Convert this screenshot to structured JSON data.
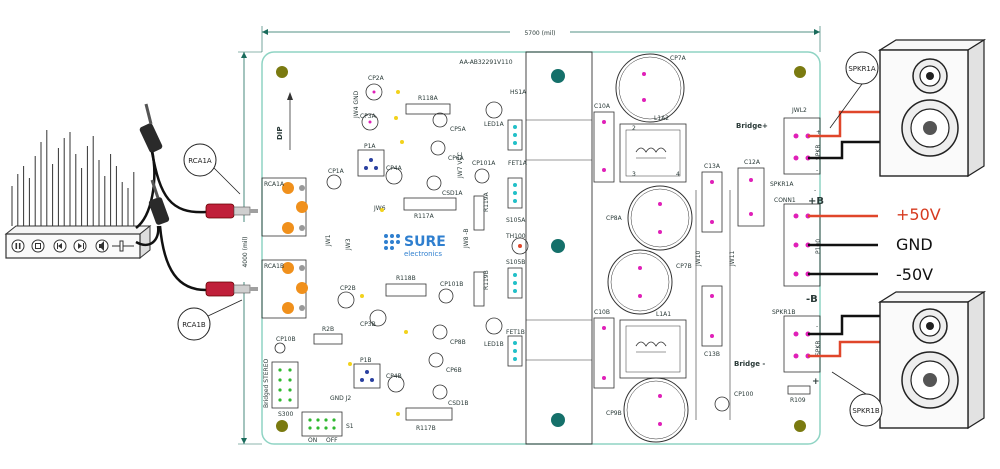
{
  "dimensions": {
    "width": "5700 (mil)",
    "height": "4000 (mil)"
  },
  "board": {
    "part_number": "AA-AB32291V110",
    "brand": "SURE",
    "brand_sub": "electronics",
    "dip_label": "DIP",
    "bridge_plus": "Bridge+",
    "bridge_minus": "Bridge -",
    "bridged_stereo": "Bridged STEREO",
    "power_plus": "+B",
    "power_minus": "-B",
    "power_conn_pos": "+",
    "power_conn_neg": "-"
  },
  "components": {
    "cp2a": "CP2A",
    "r118a": "R118A",
    "cp3a": "CP3A",
    "cp5a": "CP5A",
    "cp6a": "CP6A",
    "p1a": "P1A",
    "cp4a": "CP4A",
    "cp1a": "CP1A",
    "csd1a": "CSD1A",
    "r117a": "R117A",
    "jw4": "JW4 GND",
    "jw6": "JW6",
    "jw3": "JW3",
    "jw1": "JW1",
    "jw7": "JW7 VCC",
    "jw8": "JW8 -B",
    "hs1a": "HS1A",
    "led1a": "LED1A",
    "fet1a": "FET1A",
    "cp101a": "CP101A",
    "r119a": "R119A",
    "s105a": "S105A",
    "th100": "TH100",
    "s105b": "S105B",
    "r119b": "R119B",
    "led1b": "LED1B",
    "fet1b": "FET1B",
    "rca1a_board": "RCA1A",
    "rca1b_board": "RCA1B",
    "cp2b": "CP2B",
    "r118b": "R118B",
    "cp101b": "CP101B",
    "cp3b": "CP3B",
    "r2b": "R2B",
    "cp8b": "CP8B",
    "cp6b": "CP6B",
    "p1b": "P1B",
    "cp4b": "CP4B",
    "csd1b": "CSD1B",
    "r117b": "R117B",
    "cp10b": "CP10B",
    "s300": "S300",
    "gnd_j2": "GND J2",
    "s1": "S1",
    "on": "ON",
    "off": "OFF",
    "cp7a": "CP7A",
    "c10a": "C10A",
    "l1a2": "L1A2",
    "c13a": "C13A",
    "c12a": "C12A",
    "cp8a": "CP8A",
    "cp7b": "CP7B",
    "jw10": "JW10",
    "jw11": "JW11",
    "c10b": "C10B",
    "l1a1": "L1A1",
    "c13b": "C13B",
    "cp100": "CP100",
    "cp9b": "CP9B",
    "jwl2": "JWL2",
    "spkr1a_board": "SPKR1A",
    "conn1": "CONN1",
    "p100": "P100",
    "spkr1b_board": "SPKR1B",
    "spkr_conn": "SPKR",
    "r109": "R109",
    "sign_plus": "+",
    "sign_minus": "-"
  },
  "callouts": {
    "rca1a": "RCA1A",
    "rca1b": "RCA1B",
    "spkr1a": "SPKR1A",
    "spkr1b": "SPKR1B"
  },
  "power_labels": {
    "plus50": "+50V",
    "gnd": "GND",
    "minus50": "-50V"
  },
  "colors": {
    "board_outline": "#8fd4c4",
    "board_fill": "#ffffff",
    "pad_magenta": "#e020b8",
    "pad_cyan": "#22c0c8",
    "mount_hole": "#7a7a10",
    "rca_orange": "#f0901c",
    "heatsink_dot": "#15706a",
    "wire_red": "#e0462a",
    "wire_black": "#111111"
  },
  "icons": [
    "play-pause-icon",
    "stop-icon",
    "prev-icon",
    "next-icon",
    "volume-icon",
    "speaker-icon",
    "rca-plug-icon"
  ]
}
